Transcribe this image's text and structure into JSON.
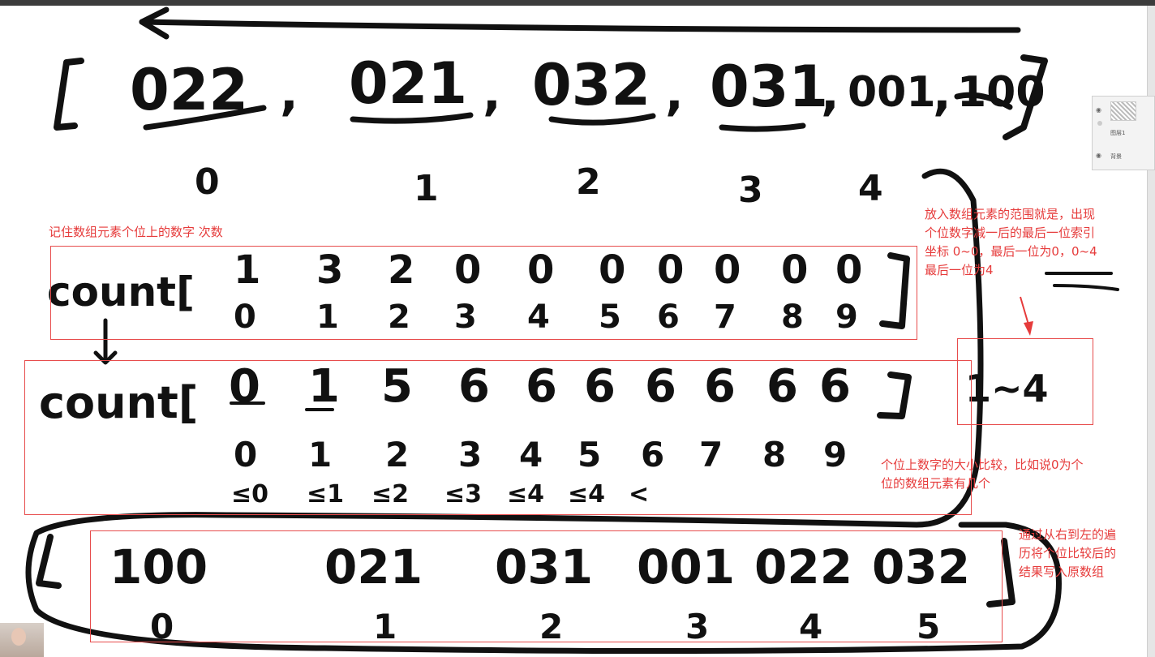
{
  "array_top": {
    "values": [
      "022",
      "021",
      "032",
      "031",
      "001",
      "100"
    ],
    "indices": [
      "0",
      "1",
      "2",
      "3",
      "4"
    ]
  },
  "count1": {
    "label": "count[",
    "values": [
      "1",
      "3",
      "2",
      "0",
      "0",
      "0",
      "0",
      "0",
      "0",
      "0"
    ],
    "indices": [
      "0",
      "1",
      "2",
      "3",
      "4",
      "5",
      "6",
      "7",
      "8",
      "9"
    ]
  },
  "count2": {
    "label": "count[",
    "values": [
      "0",
      "1",
      "5",
      "6",
      "6",
      "6",
      "6",
      "6",
      "6",
      "6"
    ],
    "indices": [
      "0",
      "1",
      "2",
      "3",
      "4",
      "5",
      "6",
      "7",
      "8",
      "9"
    ],
    "conditions": [
      "≤0",
      "≤1",
      "≤2",
      "≤3",
      "≤4",
      "≤4",
      "<"
    ]
  },
  "result": {
    "values": [
      "100",
      "021",
      "031",
      "001",
      "022",
      "032"
    ],
    "indices": [
      "0",
      "1",
      "2",
      "3",
      "4",
      "5"
    ]
  },
  "side_sketch": {
    "text": "1~4"
  },
  "notes": {
    "count_desc": "记住数组元素个位上的数字 次数",
    "range_desc": [
      "放入数组元素的范围就是，出现",
      "个位数字减一后的最后一位索引",
      "坐标 0~0，最后一位为0，0~4",
      "最后一位为4"
    ],
    "compare_desc": [
      "个位上数字的大小比较，比如说0为个",
      "位的数组元素有几个"
    ],
    "traverse_desc": [
      "通过从右到左的遍",
      "历将个位比较后的",
      "结果写入原数组"
    ]
  },
  "layers_panel": {
    "layers": [
      {
        "name": "图层1",
        "icon": "eye-icon"
      },
      {
        "name": "背景",
        "icon": "eye-icon"
      }
    ]
  },
  "colors": {
    "annotation": "#e63b3b",
    "ink": "#111111"
  }
}
